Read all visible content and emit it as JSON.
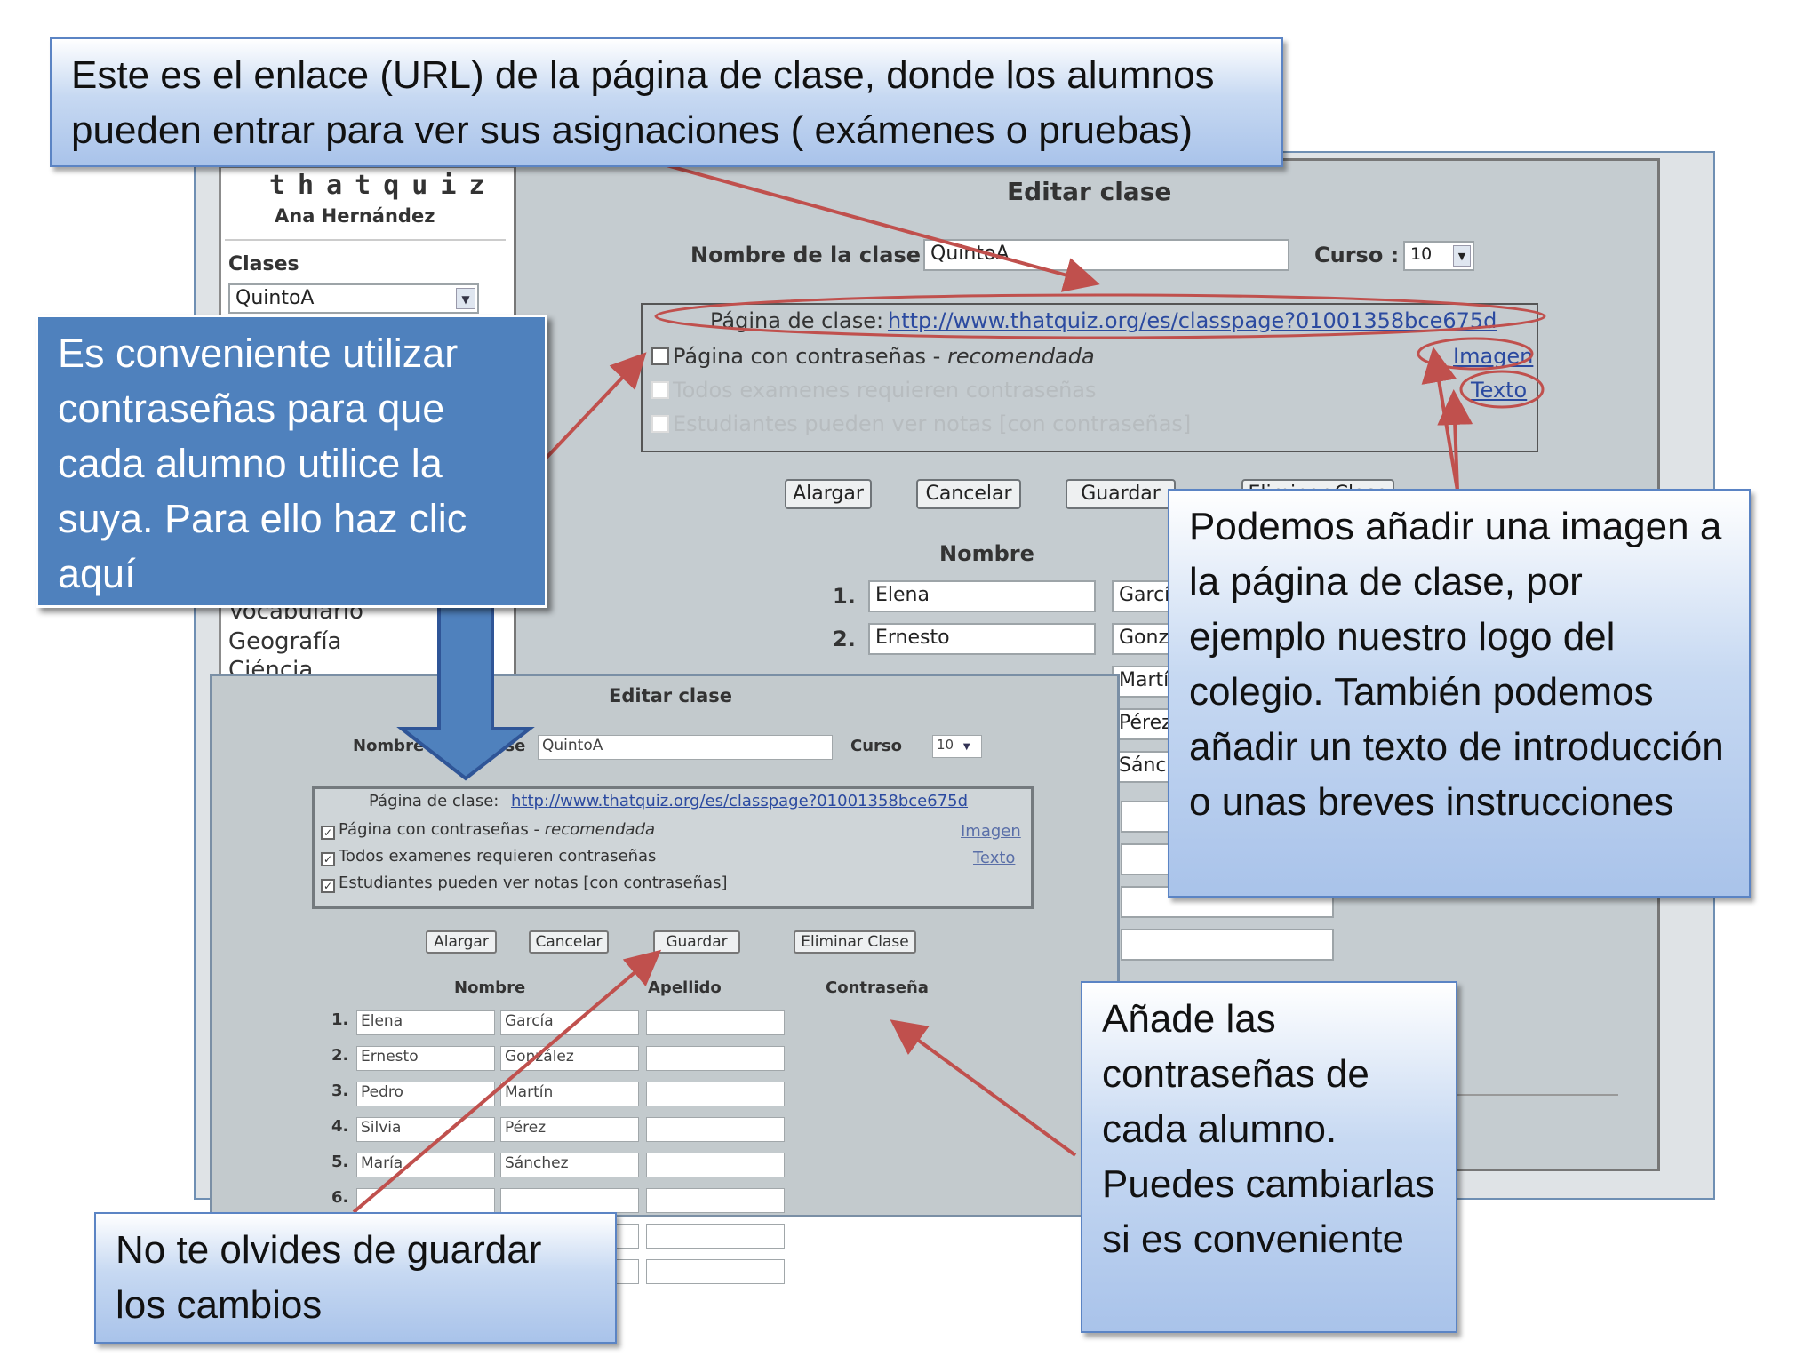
{
  "callouts": {
    "url": "Este es el enlace (URL) de la página de clase, donde los alumnos pueden entrar para ver sus asignaciones ( exámenes o pruebas)",
    "passwords_tip": "Es conveniente utilizar contraseñas para que cada alumno utilice la suya. Para ello haz clic aquí",
    "image_text": "Podemos añadir una imagen a la página de clase, por ejemplo nuestro logo del colegio. También podemos añadir un texto de introducción o unas breves instrucciones",
    "add_passwords": "Añade las contraseñas de cada alumno. Puedes cambiarlas si es conveniente",
    "save_reminder": "No te olvides de guardar los cambios"
  },
  "sidebar": {
    "logo": "thatquiz",
    "user": "Ana Hernández",
    "classes_label": "Clases",
    "selected_class": "QuintoA",
    "items": [
      "Vocabulario",
      "Geografía",
      "Ciéncia"
    ]
  },
  "back": {
    "title": "Editar clase",
    "class_name_label": "Nombre de la clase :",
    "class_name_value": "QuintoA",
    "course_label": "Curso :",
    "course_value": "10",
    "class_page_label": "Página de clase:",
    "class_page_url": "http://www.thatquiz.org/es/classpage?01001358bce675d",
    "opt_passwords": "Página con contraseñas - ",
    "opt_passwords_rec": "recomendada",
    "opt_all_exams": "Todos examenes requieren contraseñas",
    "opt_students": "Estudiantes pueden ver notas [con contraseñas]",
    "link_image": "Imagen",
    "link_text": "Texto",
    "btn_extend": "Alargar",
    "btn_cancel": "Cancelar",
    "btn_save": "Guardar",
    "btn_delete": "Eliminar Clase",
    "col_name": "Nombre",
    "rows": [
      {
        "n": "1.",
        "name": "Elena",
        "surname": "García"
      },
      {
        "n": "2.",
        "name": "Ernesto",
        "surname": "González"
      }
    ],
    "partial_surnames": [
      "Martín",
      "Pérez",
      "Sánchez"
    ]
  },
  "front": {
    "title": "Editar clase",
    "class_name_label": "Nombre de la clase",
    "class_name_value": "QuintoA",
    "course_label": "Curso",
    "course_value": "10",
    "class_page_label": "Página de clase:",
    "class_page_url": "http://www.thatquiz.org/es/classpage?01001358bce675d",
    "opt_passwords": "Página con contraseñas - ",
    "opt_passwords_rec": "recomendada",
    "opt_all_exams": "Todos examenes requieren contraseñas",
    "opt_students": "Estudiantes pueden ver notas [con contraseñas]",
    "link_image": "Imagen",
    "link_text": "Texto",
    "btn_extend": "Alargar",
    "btn_cancel": "Cancelar",
    "btn_save": "Guardar",
    "btn_delete": "Eliminar Clase",
    "col_name": "Nombre",
    "col_surname": "Apellido",
    "col_password": "Contraseña",
    "rows": [
      {
        "n": "1.",
        "name": "Elena",
        "surname": "García"
      },
      {
        "n": "2.",
        "name": "Ernesto",
        "surname": "González"
      },
      {
        "n": "3.",
        "name": "Pedro",
        "surname": "Martín"
      },
      {
        "n": "4.",
        "name": "Silvia",
        "surname": "Pérez"
      },
      {
        "n": "5.",
        "name": "María",
        "surname": "Sánchez"
      },
      {
        "n": "6.",
        "name": "",
        "surname": ""
      }
    ]
  },
  "colors": {
    "callout_fill": "#a9c3ea",
    "tip_fill": "#4f81bd",
    "annotation_red": "#c0504d",
    "arrow_blue": "#4f81bd"
  }
}
